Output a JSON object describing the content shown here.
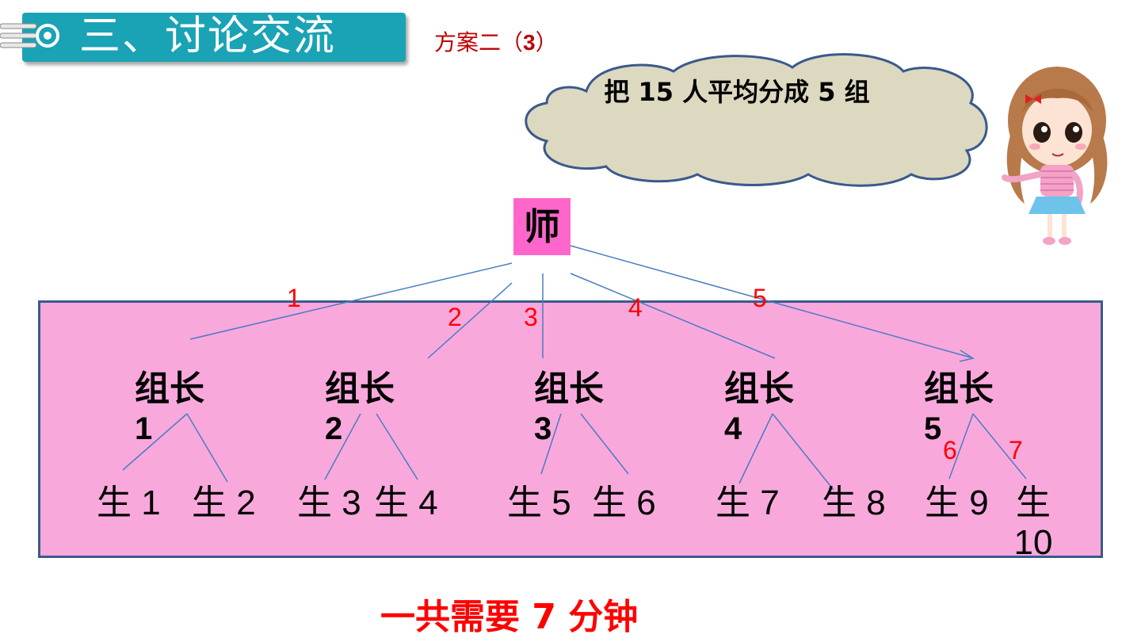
{
  "header": {
    "title": "三、讨论交流",
    "accent": "#1aa3b5"
  },
  "plan": {
    "prefix": "方案二（",
    "number": "3",
    "suffix": "）"
  },
  "cloud": {
    "text": "把 15 人平均分成 5 组"
  },
  "teacher": {
    "label": "师",
    "color": "#ff66cc"
  },
  "group_box": {
    "color": "#f9a8dc"
  },
  "leaders": [
    {
      "label": "组长",
      "number": "1"
    },
    {
      "label": "组长",
      "number": "2"
    },
    {
      "label": "组长",
      "number": "3"
    },
    {
      "label": "组长",
      "number": "4"
    },
    {
      "label": "组长",
      "number": "5"
    }
  ],
  "students": [
    "生 1",
    "生 2",
    "生 3",
    "生 4",
    "生 5",
    "生 6",
    "生 7",
    "生 8",
    "生 9",
    "生 10"
  ],
  "steps": [
    "1",
    "2",
    "3",
    "4",
    "5",
    "6",
    "7"
  ],
  "total": {
    "text": "一共需要 7 分钟"
  }
}
